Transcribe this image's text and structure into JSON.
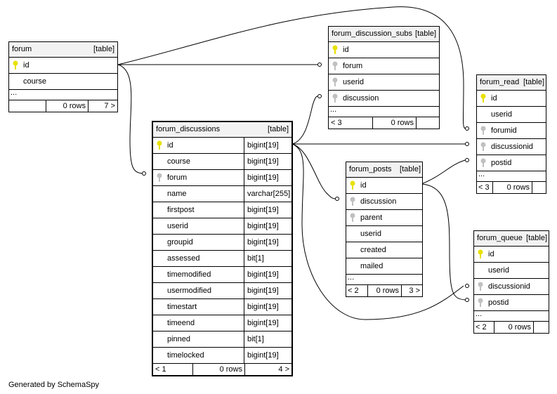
{
  "footer": "Generated by SchemaSpy",
  "tables": {
    "forum": {
      "name": "forum",
      "tag": "[table]",
      "columns": [
        "id",
        "course"
      ],
      "more": "...",
      "foot_left": "",
      "foot_rows": "0 rows",
      "foot_right": "7 >"
    },
    "forum_discussion_subs": {
      "name": "forum_discussion_subs",
      "tag": "[table]",
      "columns": [
        "id",
        "forum",
        "userid",
        "discussion"
      ],
      "more": "...",
      "foot_left": "< 3",
      "foot_rows": "0 rows",
      "foot_right": ""
    },
    "forum_read": {
      "name": "forum_read",
      "tag": "[table]",
      "columns": [
        "id",
        "userid",
        "forumid",
        "discussionid",
        "postid"
      ],
      "more": "...",
      "foot_left": "< 3",
      "foot_rows": "0 rows",
      "foot_right": ""
    },
    "forum_discussions": {
      "name": "forum_discussions",
      "tag": "[table]",
      "columns": [
        "id",
        "course",
        "forum",
        "name",
        "firstpost",
        "userid",
        "groupid",
        "assessed",
        "timemodified",
        "usermodified",
        "timestart",
        "timeend",
        "pinned",
        "timelocked"
      ],
      "types": [
        "bigint[19]",
        "bigint[19]",
        "bigint[19]",
        "varchar[255]",
        "bigint[19]",
        "bigint[19]",
        "bigint[19]",
        "bit[1]",
        "bigint[19]",
        "bigint[19]",
        "bigint[19]",
        "bigint[19]",
        "bit[1]",
        "bigint[19]"
      ],
      "foot_left": "< 1",
      "foot_rows": "0 rows",
      "foot_right": "4 >"
    },
    "forum_posts": {
      "name": "forum_posts",
      "tag": "[table]",
      "columns": [
        "id",
        "discussion",
        "parent",
        "userid",
        "created",
        "mailed"
      ],
      "more": "...",
      "foot_left": "< 2",
      "foot_rows": "0 rows",
      "foot_right": "3 >"
    },
    "forum_queue": {
      "name": "forum_queue",
      "tag": "[table]",
      "columns": [
        "id",
        "userid",
        "discussionid",
        "postid"
      ],
      "more": "...",
      "foot_left": "< 2",
      "foot_rows": "0 rows",
      "foot_right": ""
    }
  },
  "colors": {
    "primary_key": "#e8e000",
    "foreign_key": "#c0c0c0",
    "header_bg": "#f2f2f2"
  }
}
